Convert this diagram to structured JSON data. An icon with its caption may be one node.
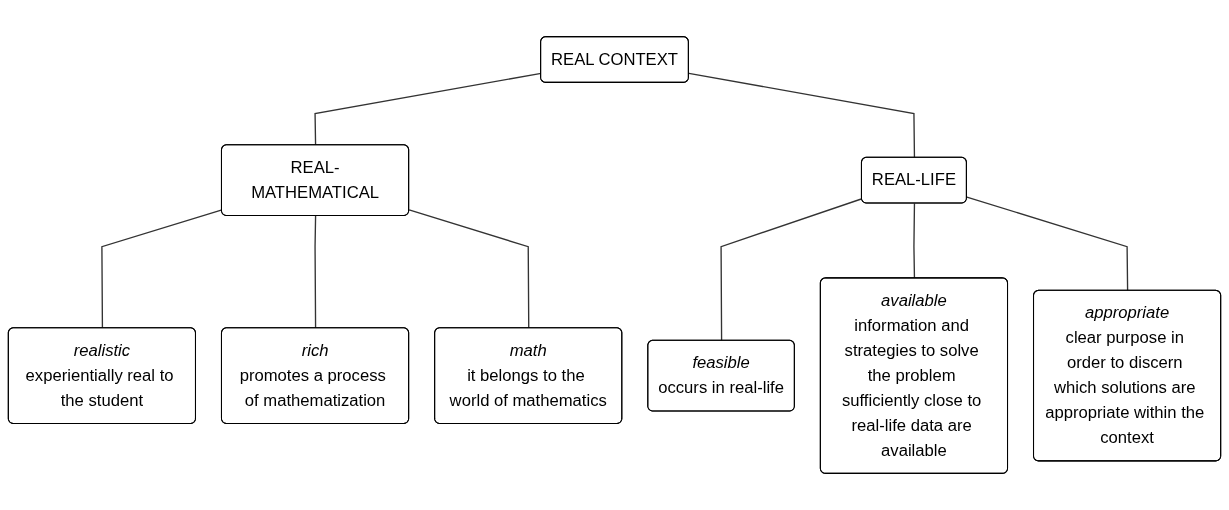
{
  "diagram": {
    "nodes": [
      {
        "text": [
          "REAL CONTEXT"
        ]
      },
      {
        "text": [
          "REAL-MATHEMATICAL"
        ]
      },
      {
        "text": [
          "REAL-LIFE"
        ]
      },
      {
        "text": [
          "realistic",
          "experientially real to the student"
        ]
      },
      {
        "text": [
          "rich",
          "promotes a process of mathematization"
        ]
      },
      {
        "text": [
          "math",
          "it belongs to the world of mathematics"
        ]
      },
      {
        "text": [
          "feasible",
          "occurs in real-life"
        ]
      },
      {
        "text": [
          "available",
          "information and strategies to solve the problem sufficiently close to real-life data are available"
        ]
      },
      {
        "text": [
          "appropriate",
          "clear purpose in order to discern which solutions are appropriate within the context"
        ]
      }
    ],
    "edges": [
      {
        "from": 0,
        "to": 1,
        "arrow": "none"
      },
      {
        "from": 0,
        "to": 2,
        "arrow": "none"
      },
      {
        "from": 1,
        "to": 3,
        "arrow": "none"
      },
      {
        "from": 1,
        "to": 4,
        "arrow": "none"
      },
      {
        "from": 1,
        "to": 5,
        "arrow": "none"
      },
      {
        "from": 2,
        "to": 6,
        "arrow": "none"
      },
      {
        "from": 2,
        "to": 7,
        "arrow": "none"
      },
      {
        "from": 2,
        "to": 8,
        "arrow": "none"
      }
    ]
  }
}
